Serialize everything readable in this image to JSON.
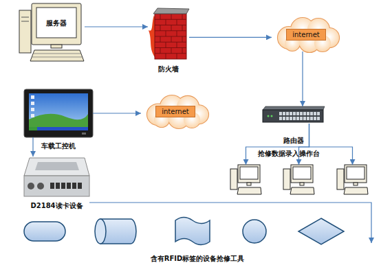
{
  "diagram": {
    "nodes": [
      {
        "text": [
          "服务器"
        ]
      },
      {
        "text": [
          "防火墙"
        ]
      },
      {
        "text": [
          "internet"
        ]
      },
      {
        "text": [
          "车载工控机"
        ]
      },
      {
        "text": [
          "internet"
        ]
      },
      {
        "text": [
          "路由器"
        ]
      },
      {
        "text": [
          "D2184读卡设备"
        ]
      },
      {
        "text": []
      },
      {
        "text": []
      },
      {
        "text": []
      }
    ],
    "edges": [
      {
        "from": 0,
        "to": 1,
        "arrow": "to"
      },
      {
        "from": 1,
        "to": 2,
        "arrow": "to"
      },
      {
        "from": 2,
        "to": 5,
        "arrow": "to"
      },
      {
        "from": 3,
        "to": 4,
        "arrow": "to"
      },
      {
        "from": 3,
        "to": 6,
        "arrow": "to"
      },
      {
        "from": 5,
        "to": 7,
        "arrow": "to"
      },
      {
        "from": 5,
        "to": 8,
        "arrow": "to"
      },
      {
        "from": 5,
        "to": 9,
        "arrow": "to"
      }
    ],
    "labels": [
      "抢修数据录入操作台",
      "含有RFID标签的设备抢修工具"
    ]
  }
}
